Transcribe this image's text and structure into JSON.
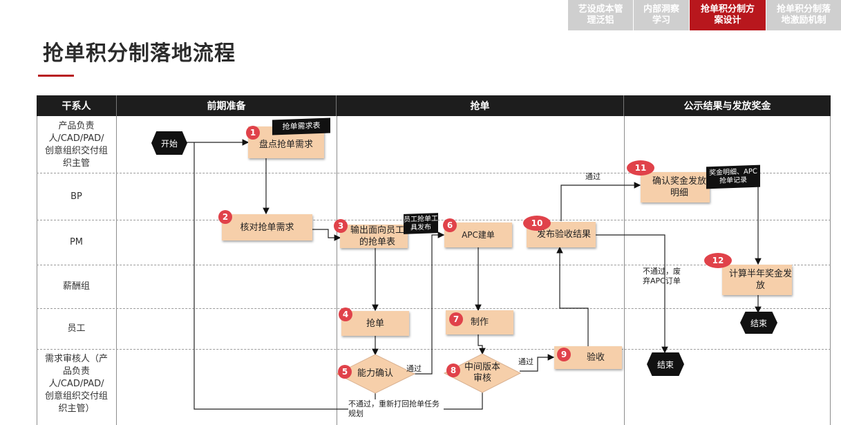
{
  "nav_tabs": [
    {
      "label": "艺设成本管理泛铝"
    },
    {
      "label": "内部洞察学习"
    },
    {
      "label": "抢单积分制方案设计"
    },
    {
      "label": "抢单积分制落地激励机制"
    }
  ],
  "page_title": "抢单积分制落地流程",
  "table_header": {
    "stakeholder": "干系人",
    "phase_prep": "前期准备",
    "phase_grab": "抢单",
    "phase_publish": "公示结果与发放奖金"
  },
  "roles": [
    "产品负责人/CAD/PAD/创意组织交付组织主管",
    "BP",
    "PM",
    "薪酬组",
    "员工",
    "需求审核人（产品负责人/CAD/PAD/创意组织交付组织主管）"
  ],
  "terminals": {
    "start": "开始",
    "end1": "结束",
    "end2": "结束"
  },
  "steps": [
    {
      "num": "1",
      "label": "盘点抢单需求"
    },
    {
      "num": "2",
      "label": "核对抢单需求"
    },
    {
      "num": "3",
      "label": "输出面向员工的抢单表"
    },
    {
      "num": "4",
      "label": "抢单"
    },
    {
      "num": "5",
      "label": "能力确认"
    },
    {
      "num": "6",
      "label": "APC建单"
    },
    {
      "num": "7",
      "label": "制作"
    },
    {
      "num": "8",
      "label": "中间版本审核"
    },
    {
      "num": "9",
      "label": "验收"
    },
    {
      "num": "10",
      "label": "发布验收结果"
    },
    {
      "num": "11",
      "label": "确认奖金发放明细"
    },
    {
      "num": "12",
      "label": "计算半年奖金发放"
    }
  ],
  "documents": {
    "doc1": "抢单需求表",
    "doc2": "员工抢单工具发布",
    "doc3": "奖金明细、APC抢单记录"
  },
  "edge_labels": {
    "pass5": "通过",
    "pass8": "通过",
    "pass10": "通过",
    "fail5": "不通过，重新打回抢单任务规划",
    "fail10": "不通过，废弃APC订单"
  },
  "colors": {
    "accent": "#b8171d",
    "header_bg": "#1d1d1d",
    "step_fill": "#f6cfaa",
    "step_number": "#e0424a",
    "nav_inactive": "#cfcfcf"
  }
}
